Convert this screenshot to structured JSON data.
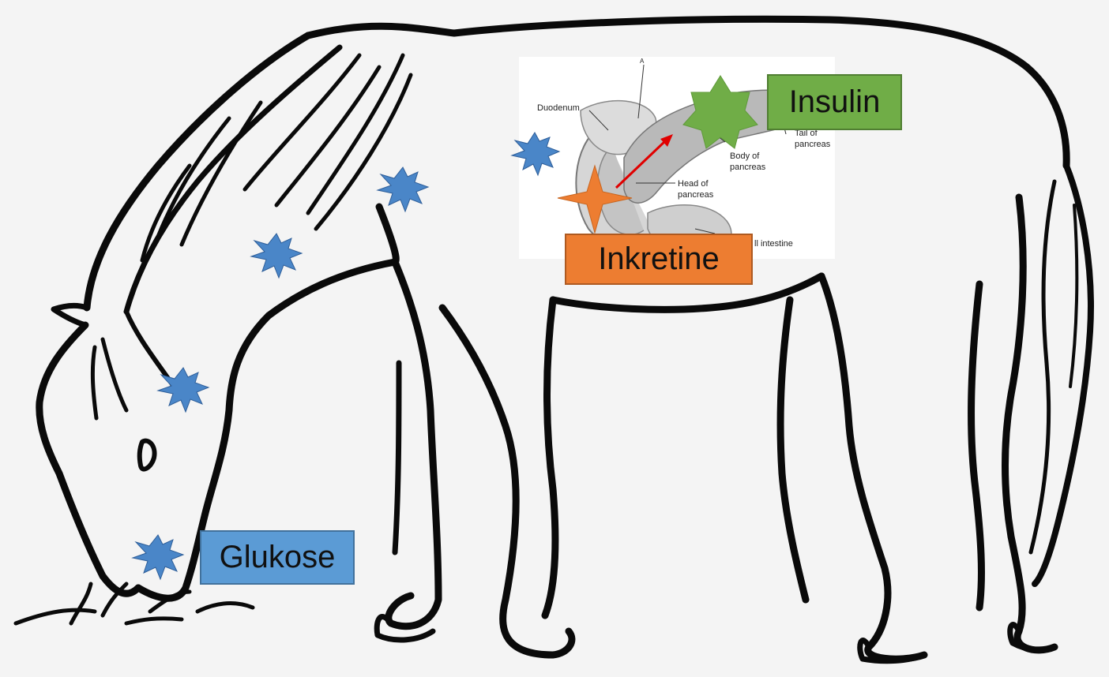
{
  "labels": {
    "glukose": "Glukose",
    "inkretine": "Inkretine",
    "insulin": "Insulin"
  },
  "anatomy": {
    "duodenum": "Duodenum",
    "marker_a": "A",
    "tail_line1": "Tail of",
    "tail_line2": "pancreas",
    "body_line1": "Body of",
    "body_line2": "pancreas",
    "head_line1": "Head of",
    "head_line2": "pancreas",
    "small_intestine": "ll intestine"
  },
  "colors": {
    "glucose_star": "#4a86c8",
    "glukose_box": "#5b9bd5",
    "inkretine_box": "#ed7d31",
    "insulin_box": "#70ad47",
    "inkretine_star": "#ed7d31",
    "insulin_star": "#70ad47",
    "arrow": "#e00000"
  }
}
